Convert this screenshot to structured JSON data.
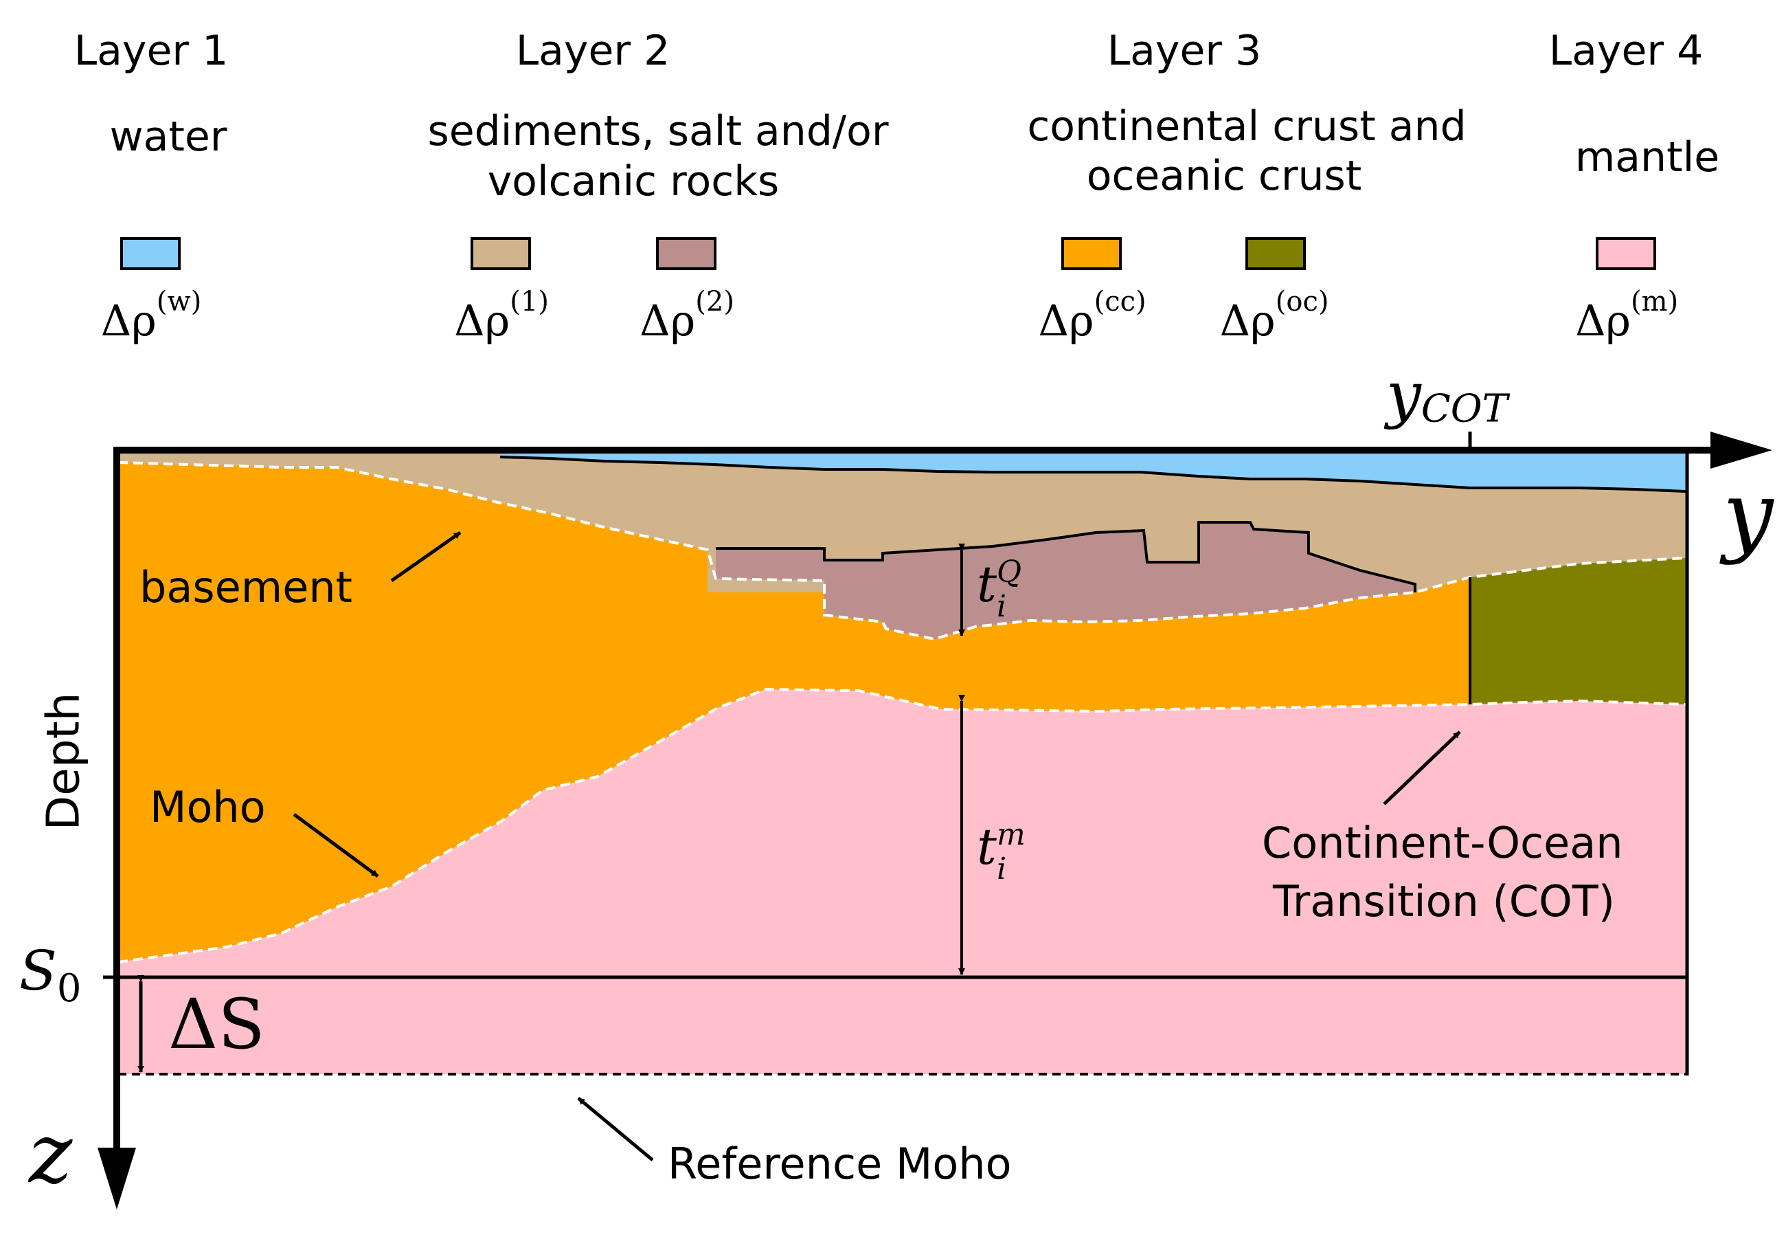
{
  "legend": {
    "layer1": {
      "title": "Layer 1",
      "desc": "water",
      "symbols": [
        "Δρ(w)"
      ],
      "symbol_parts": [
        {
          "base": "Δρ",
          "sup": "(w)"
        }
      ]
    },
    "layer2": {
      "title": "Layer 2",
      "desc_line1": "sediments, salt and/or",
      "desc_line2": "volcanic rocks",
      "symbol_parts": [
        {
          "base": "Δρ",
          "sup": "(1)"
        },
        {
          "base": "Δρ",
          "sup": "(2)"
        }
      ]
    },
    "layer3": {
      "title": "Layer 3",
      "desc_line1": "continental crust and",
      "desc_line2": "oceanic crust",
      "symbol_parts": [
        {
          "base": "Δρ",
          "sup": "(cc)"
        },
        {
          "base": "Δρ",
          "sup": "(oc)"
        }
      ]
    },
    "layer4": {
      "title": "Layer 4",
      "desc": "mantle",
      "symbol_parts": [
        {
          "base": "Δρ",
          "sup": "(m)"
        }
      ]
    }
  },
  "colors": {
    "water": "#87cefa",
    "sediment1": "#d2b48c",
    "sediment2": "#bc8f8f",
    "continental_crust": "#ffa500",
    "oceanic_crust": "#808000",
    "mantle": "#ffc0cb"
  },
  "annotations": {
    "basement": "basement",
    "moho": "Moho",
    "cot_line1": "Continent-Ocean",
    "cot_line2": "Transition (COT)",
    "reference_moho": "Reference Moho",
    "depth": "Depth",
    "y_axis": "y",
    "z_axis": "z",
    "y_cot_base": "y",
    "y_cot_sub": "COT",
    "s0_base": "S",
    "s0_sub": "0",
    "delta_s": "ΔS",
    "tq_base": "t",
    "tq_sup": "Q",
    "tq_sub": "i",
    "tm_base": "t",
    "tm_sup": "m",
    "tm_sub": "i"
  }
}
